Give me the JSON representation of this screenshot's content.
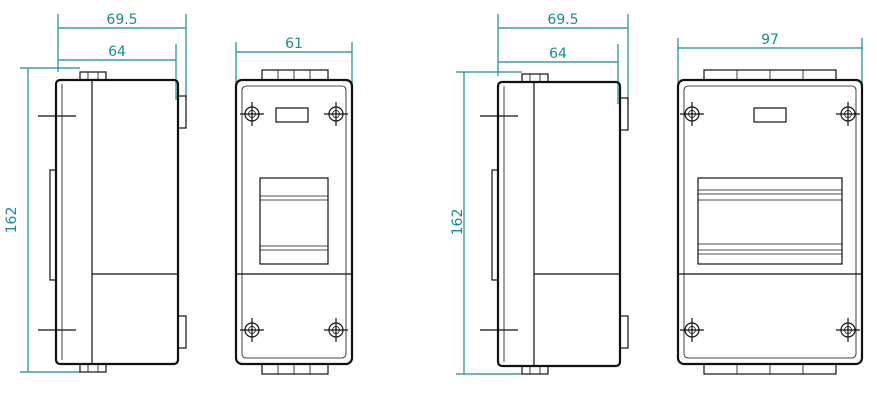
{
  "colors": {
    "dimension": "#1a8a94",
    "outline": "#111111",
    "background": "#ffffff"
  },
  "views": [
    {
      "id": "small-side",
      "labels": {
        "overall_depth": "69.5",
        "body_depth": "64",
        "height": "162"
      }
    },
    {
      "id": "small-front",
      "labels": {
        "width": "61"
      }
    },
    {
      "id": "large-side",
      "labels": {
        "overall_depth": "69.5",
        "body_depth": "64",
        "height": "162"
      }
    },
    {
      "id": "large-front",
      "labels": {
        "width": "97"
      }
    }
  ]
}
